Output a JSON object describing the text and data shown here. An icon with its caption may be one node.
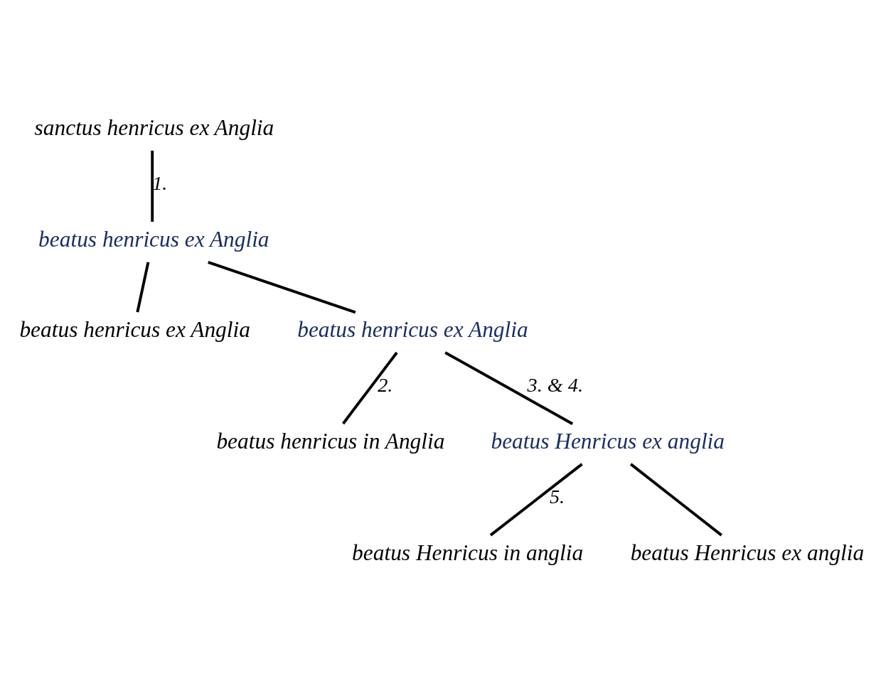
{
  "diagram": {
    "nodes": [
      {
        "text": [
          "sanctus henricus ex Anglia"
        ]
      },
      {
        "text": [
          "beatus henricus ex Anglia"
        ]
      },
      {
        "text": [
          "beatus henricus ex Anglia"
        ]
      },
      {
        "text": [
          "beatus henricus ex Anglia"
        ]
      },
      {
        "text": [
          "beatus henricus in Anglia"
        ]
      },
      {
        "text": [
          "beatus Henricus ex anglia"
        ]
      },
      {
        "text": [
          "beatus Henricus in anglia"
        ]
      },
      {
        "text": [
          "beatus Henricus ex anglia"
        ]
      }
    ],
    "edges": [
      {
        "from": 0,
        "to": 1,
        "arrow": "none",
        "label": "1."
      },
      {
        "from": 1,
        "to": 2,
        "arrow": "none"
      },
      {
        "from": 1,
        "to": 3,
        "arrow": "none"
      },
      {
        "from": 3,
        "to": 4,
        "arrow": "none",
        "label": "2."
      },
      {
        "from": 3,
        "to": 5,
        "arrow": "none",
        "label": "3. & 4."
      },
      {
        "from": 5,
        "to": 7,
        "arrow": "none"
      },
      {
        "from": 5,
        "to": 6,
        "arrow": "none",
        "label": "5."
      }
    ]
  }
}
